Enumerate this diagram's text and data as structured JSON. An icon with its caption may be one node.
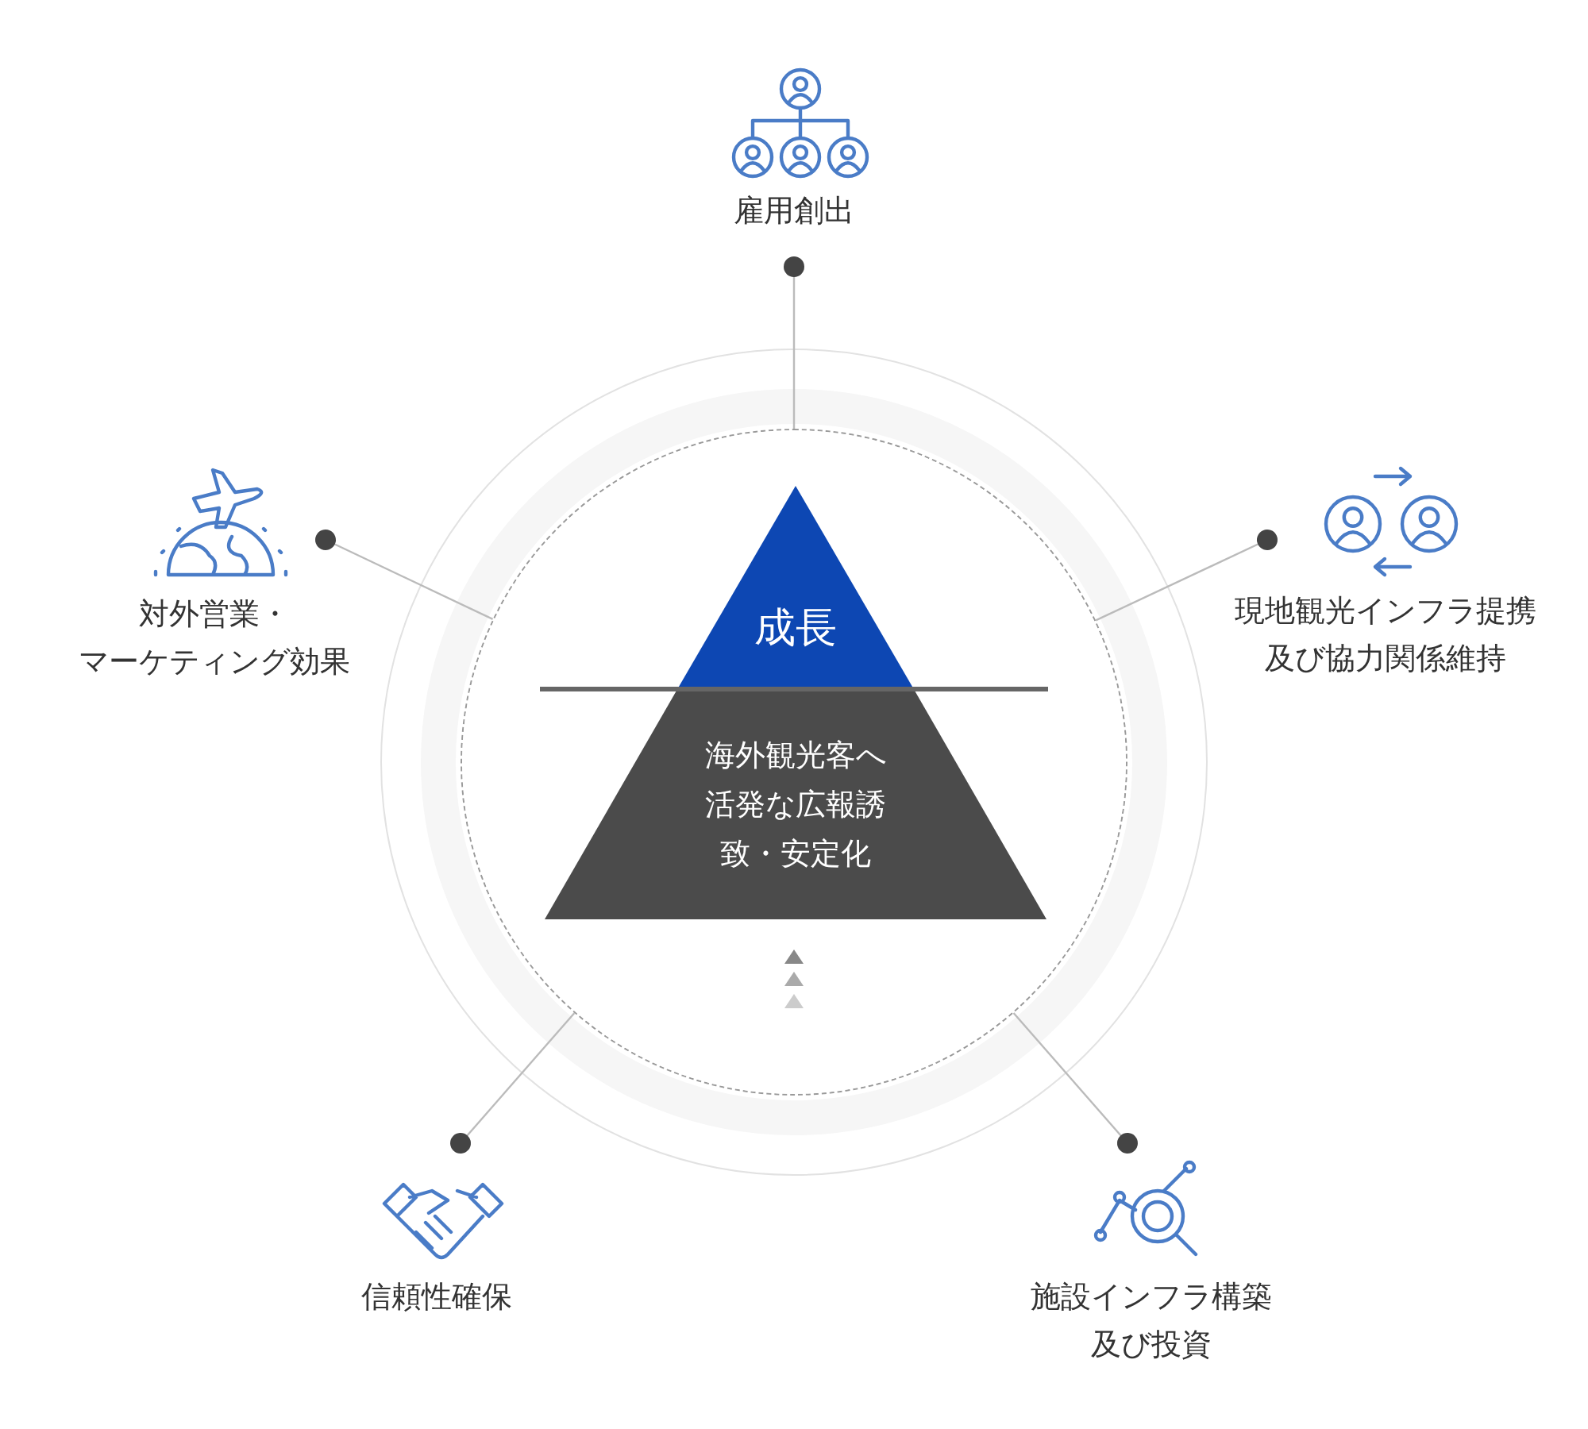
{
  "diagram": {
    "nodes": [
      {
        "text": [],
        "shape": "circle"
      },
      {
        "text": [
          "成長"
        ],
        "in": 0
      },
      {
        "text": [
          "海外観光客へ活発な広報誘致・安定化"
        ],
        "in": 0
      },
      {
        "text": [
          "雇用創出"
        ]
      },
      {
        "text": [
          "対外営業・マーケティング効果"
        ]
      },
      {
        "text": [
          "現地観光インフラ提携及び協力関係維持"
        ]
      },
      {
        "text": [
          "信頼性確保"
        ]
      },
      {
        "text": [
          "施設インフラ構築及び投資"
        ]
      }
    ],
    "edges": [
      {
        "from": 3,
        "to": 0,
        "arrow": "other"
      },
      {
        "from": 4,
        "to": 0,
        "arrow": "other"
      },
      {
        "from": 5,
        "to": 0,
        "arrow": "other"
      },
      {
        "from": 6,
        "to": 0,
        "arrow": "other"
      },
      {
        "from": 7,
        "to": 0,
        "arrow": "other"
      }
    ]
  }
}
